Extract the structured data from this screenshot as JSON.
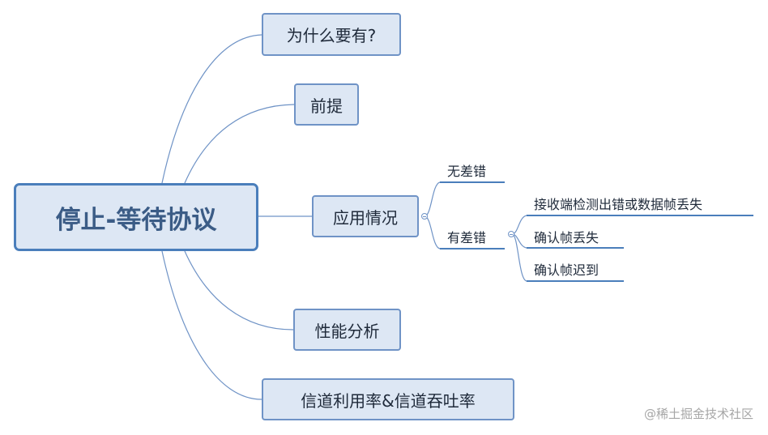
{
  "root": {
    "label": "停止-等待协议"
  },
  "topics": {
    "why": "为什么要有?",
    "premise": "前提",
    "cases": "应用情况",
    "performance": "性能分析",
    "utilization": "信道利用率&信道吞吐率"
  },
  "cases": {
    "no_error": "无差错",
    "error": "有差错",
    "error_children": [
      "接收端检测出错或数据帧丢失",
      "确认帧丢失",
      "确认帧迟到"
    ]
  },
  "watermark": "@稀土掘金技术社区",
  "colors": {
    "link": "#4a7ebb",
    "node_fill": "#dde7f4",
    "root_border": "#4a7ebb"
  }
}
